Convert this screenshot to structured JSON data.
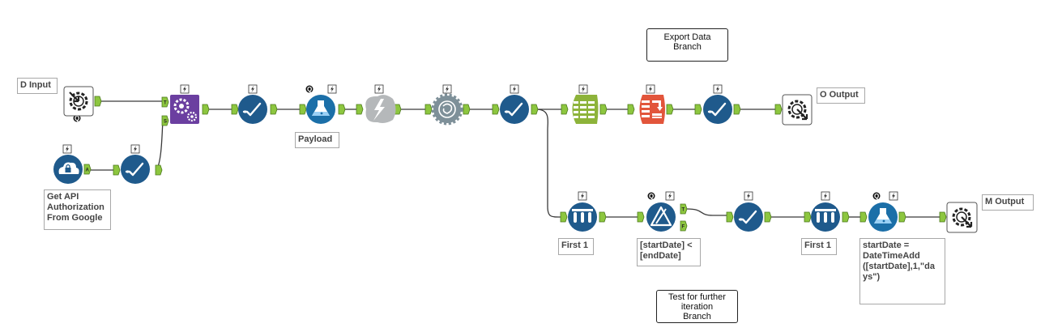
{
  "tools": [
    {
      "id": "d-input-macro",
      "label": "D Input",
      "icon": "macro-input-icon"
    },
    {
      "id": "cloud-auth-tool",
      "icon": "cloud-lock-icon"
    },
    {
      "id": "select-auth",
      "icon": "select-check-icon"
    },
    {
      "id": "append-macro",
      "icon": "macro-gears-icon"
    },
    {
      "id": "select-1",
      "icon": "select-check-icon"
    },
    {
      "id": "formula-payload",
      "label": "Payload",
      "icon": "formula-flask-icon"
    },
    {
      "id": "download-tool",
      "icon": "download-lightning-icon"
    },
    {
      "id": "json-parse-tool",
      "icon": "json-parse-icon"
    },
    {
      "id": "select-2",
      "icon": "select-check-icon"
    },
    {
      "id": "text-to-columns",
      "icon": "text-to-columns-icon"
    },
    {
      "id": "crosstab-tool",
      "icon": "crosstab-icon"
    },
    {
      "id": "select-3",
      "icon": "select-check-icon"
    },
    {
      "id": "o-output-macro",
      "label": "O Output",
      "icon": "macro-output-icon"
    },
    {
      "id": "sample-first-1",
      "label": "First 1",
      "icon": "sample-tubes-icon"
    },
    {
      "id": "filter-tool",
      "label": "[startDate] <\n[endDate]",
      "icon": "filter-triangle-icon"
    },
    {
      "id": "select-4",
      "icon": "select-check-icon"
    },
    {
      "id": "sample-first-2",
      "label": "First 1",
      "icon": "sample-tubes-icon"
    },
    {
      "id": "formula-date",
      "label": "startDate =\nDateTimeAdd\n([startDate],1,\"da\nys\")",
      "icon": "formula-flask-icon"
    },
    {
      "id": "m-output-macro",
      "label": "M Output",
      "icon": "macro-output-icon"
    },
    {
      "id": "api-auth-label",
      "label": "Get API\nAuthorization\nFrom Google"
    }
  ],
  "annotations": {
    "export_branch": "Export Data\nBranch",
    "test_branch": "Test for further\niteration\nBranch"
  },
  "anchor_labels": {
    "true": "T",
    "false": "F",
    "source": "S",
    "auth": "A",
    "query": "Q"
  },
  "colors": {
    "tool_blue": "#1f5a8c",
    "formula_blue": "#1b6fa8",
    "macro_purple": "#6b3fa0",
    "text_columns_green": "#8db33a",
    "crosstab_red": "#e2553b",
    "download_grey": "#b5b8ba",
    "json_grey": "#7e9099",
    "anchor_green": "#8dc63f"
  }
}
